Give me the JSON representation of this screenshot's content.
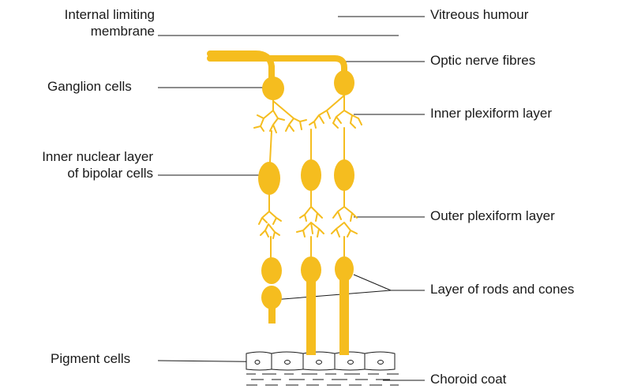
{
  "diagram": {
    "colors": {
      "cell": "#F5BD1F",
      "line": "#1a1a1a",
      "background": "#ffffff"
    },
    "labels": {
      "internal_limiting_membrane": [
        "Internal limiting",
        "membrane"
      ],
      "vitreous_humour": "Vitreous humour",
      "optic_nerve_fibres": "Optic nerve fibres",
      "ganglion_cells": "Ganglion cells",
      "inner_plexiform_layer": "Inner plexiform layer",
      "inner_nuclear_layer": [
        "Inner nuclear layer",
        "of bipolar cells"
      ],
      "outer_plexiform_layer": "Outer plexiform layer",
      "layer_of_rods_and_cones": "Layer of rods and cones",
      "pigment_cells": "Pigment cells",
      "choroid_coat": "Choroid coat"
    }
  }
}
